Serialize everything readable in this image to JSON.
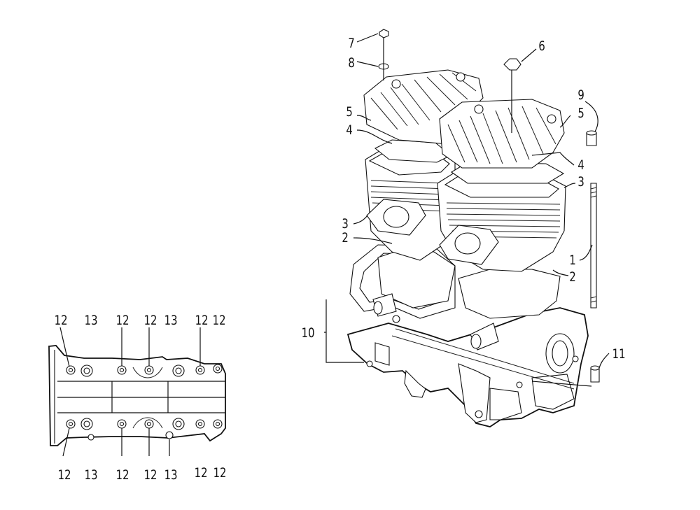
{
  "main_view": {
    "callouts": [
      "7",
      "8",
      "6",
      "5",
      "4",
      "9",
      "5",
      "4",
      "3",
      "3",
      "2",
      "1",
      "2",
      "10",
      "11"
    ]
  },
  "bolt_pattern_view": {
    "top_labels": [
      "12",
      "13",
      "12",
      "12",
      "13",
      "12",
      "12"
    ],
    "bottom_labels": [
      "12",
      "13",
      "12",
      "12",
      "13",
      "12",
      "12"
    ]
  },
  "colors": {
    "ink": "#111111",
    "paper": "#ffffff"
  }
}
